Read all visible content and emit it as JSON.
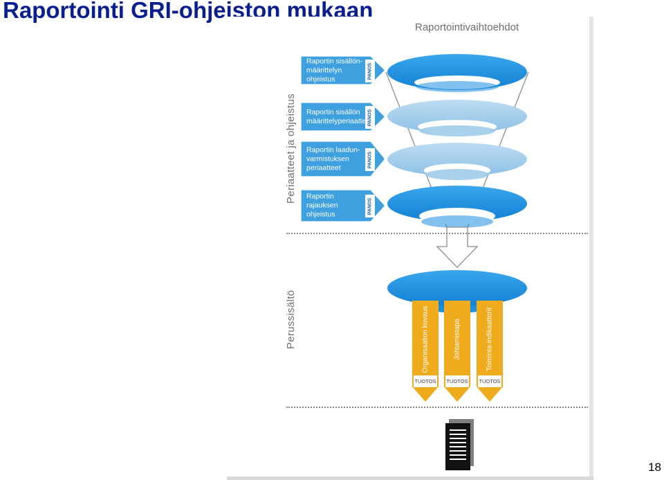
{
  "slide": {
    "title": "Raportointi GRI-ohjeiston mukaan",
    "page_number": "18"
  },
  "figure": {
    "heading": "Raportointivaihtoehdot",
    "side_label_top": "Periaatteet ja ohjeistus",
    "side_label_bottom": "Perussisältö",
    "inputs": [
      {
        "label": "Raportin sisällön-määrittelyn ohjeistus",
        "badge": "PANOS"
      },
      {
        "label": "Raportin sisällön määrittelyperiaatteet",
        "badge": "PANOS"
      },
      {
        "label": "Raportin laadun-varmistuksen periaatteet",
        "badge": "PANOS"
      },
      {
        "label": "Raportin rajauksen ohjeistus",
        "badge": "PANOS"
      }
    ],
    "outputs": [
      {
        "label": "Organisaation kuvaus",
        "badge": "TUOTOS"
      },
      {
        "label": "Johtamistapa",
        "badge": "TUOTOS"
      },
      {
        "label": "Toiminta-indikaattorit",
        "badge": "TUOTOS"
      }
    ]
  },
  "colors": {
    "title": "#0a1f8f",
    "disc_dark": "#1d8fe0",
    "disc_light": "#a4cdea",
    "input_arrow": "#3fa0e0",
    "output_arrow": "#f0ab1c"
  },
  "icons": {
    "document": "document-icon"
  }
}
